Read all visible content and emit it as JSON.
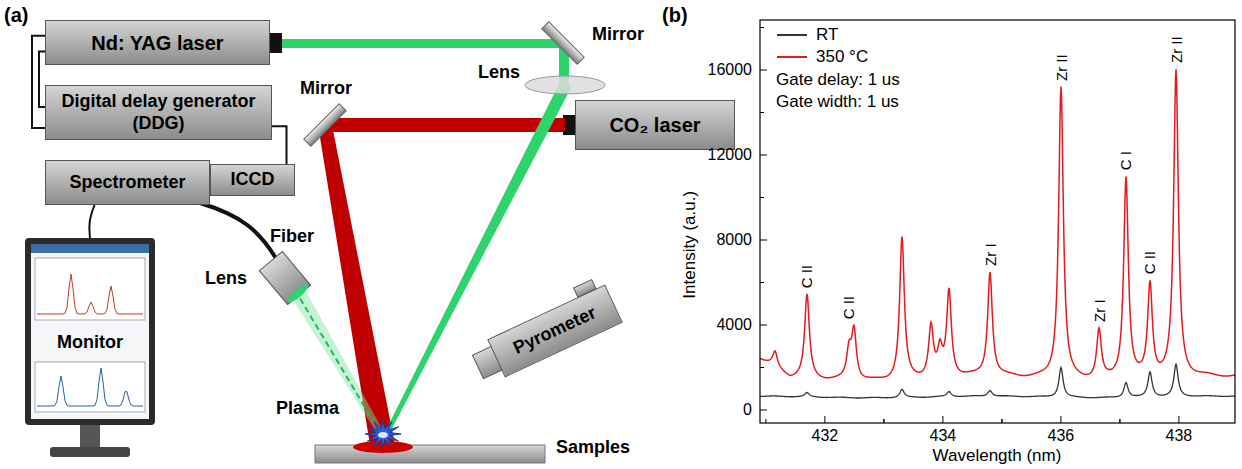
{
  "diagram": {
    "nodes": [
      {
        "text": [
          "Nd: YAG laser"
        ]
      },
      {
        "text": [
          "Digital delay generator (DDG)"
        ]
      },
      {
        "text": [
          "CO₂ laser"
        ]
      },
      {
        "text": [
          "Spectrometer"
        ]
      },
      {
        "text": [
          "ICCD"
        ]
      },
      {
        "text": [
          "Monitor"
        ]
      },
      {
        "text": [
          "Pyrometer"
        ]
      }
    ],
    "edges": [
      {
        "from": 0,
        "to": 1,
        "arrow": "none"
      },
      {
        "from": 0,
        "to": 1,
        "arrow": "none"
      },
      {
        "from": 1,
        "to": 4,
        "arrow": "none"
      },
      {
        "from": 3,
        "to": 5,
        "arrow": "none"
      }
    ],
    "labels": [
      "(a)",
      "Mirror",
      "Lens",
      "Mirror",
      "Fiber",
      "Lens",
      "Plasma",
      "Samples",
      "(b)",
      "Gate delay: 1 us",
      "Gate width: 1 us",
      "C II",
      "C II",
      "Zr I",
      "Zr II",
      "Zr I",
      "C I",
      "C II",
      "Zr II",
      "0",
      "4000",
      "8000",
      "12000",
      "16000",
      "432",
      "434",
      "436",
      "438",
      "Intensity (a.u.)",
      "Wavelength (nm)"
    ],
    "legend": [
      {
        "text": "RT"
      },
      {
        "text": "350 °C"
      }
    ]
  }
}
